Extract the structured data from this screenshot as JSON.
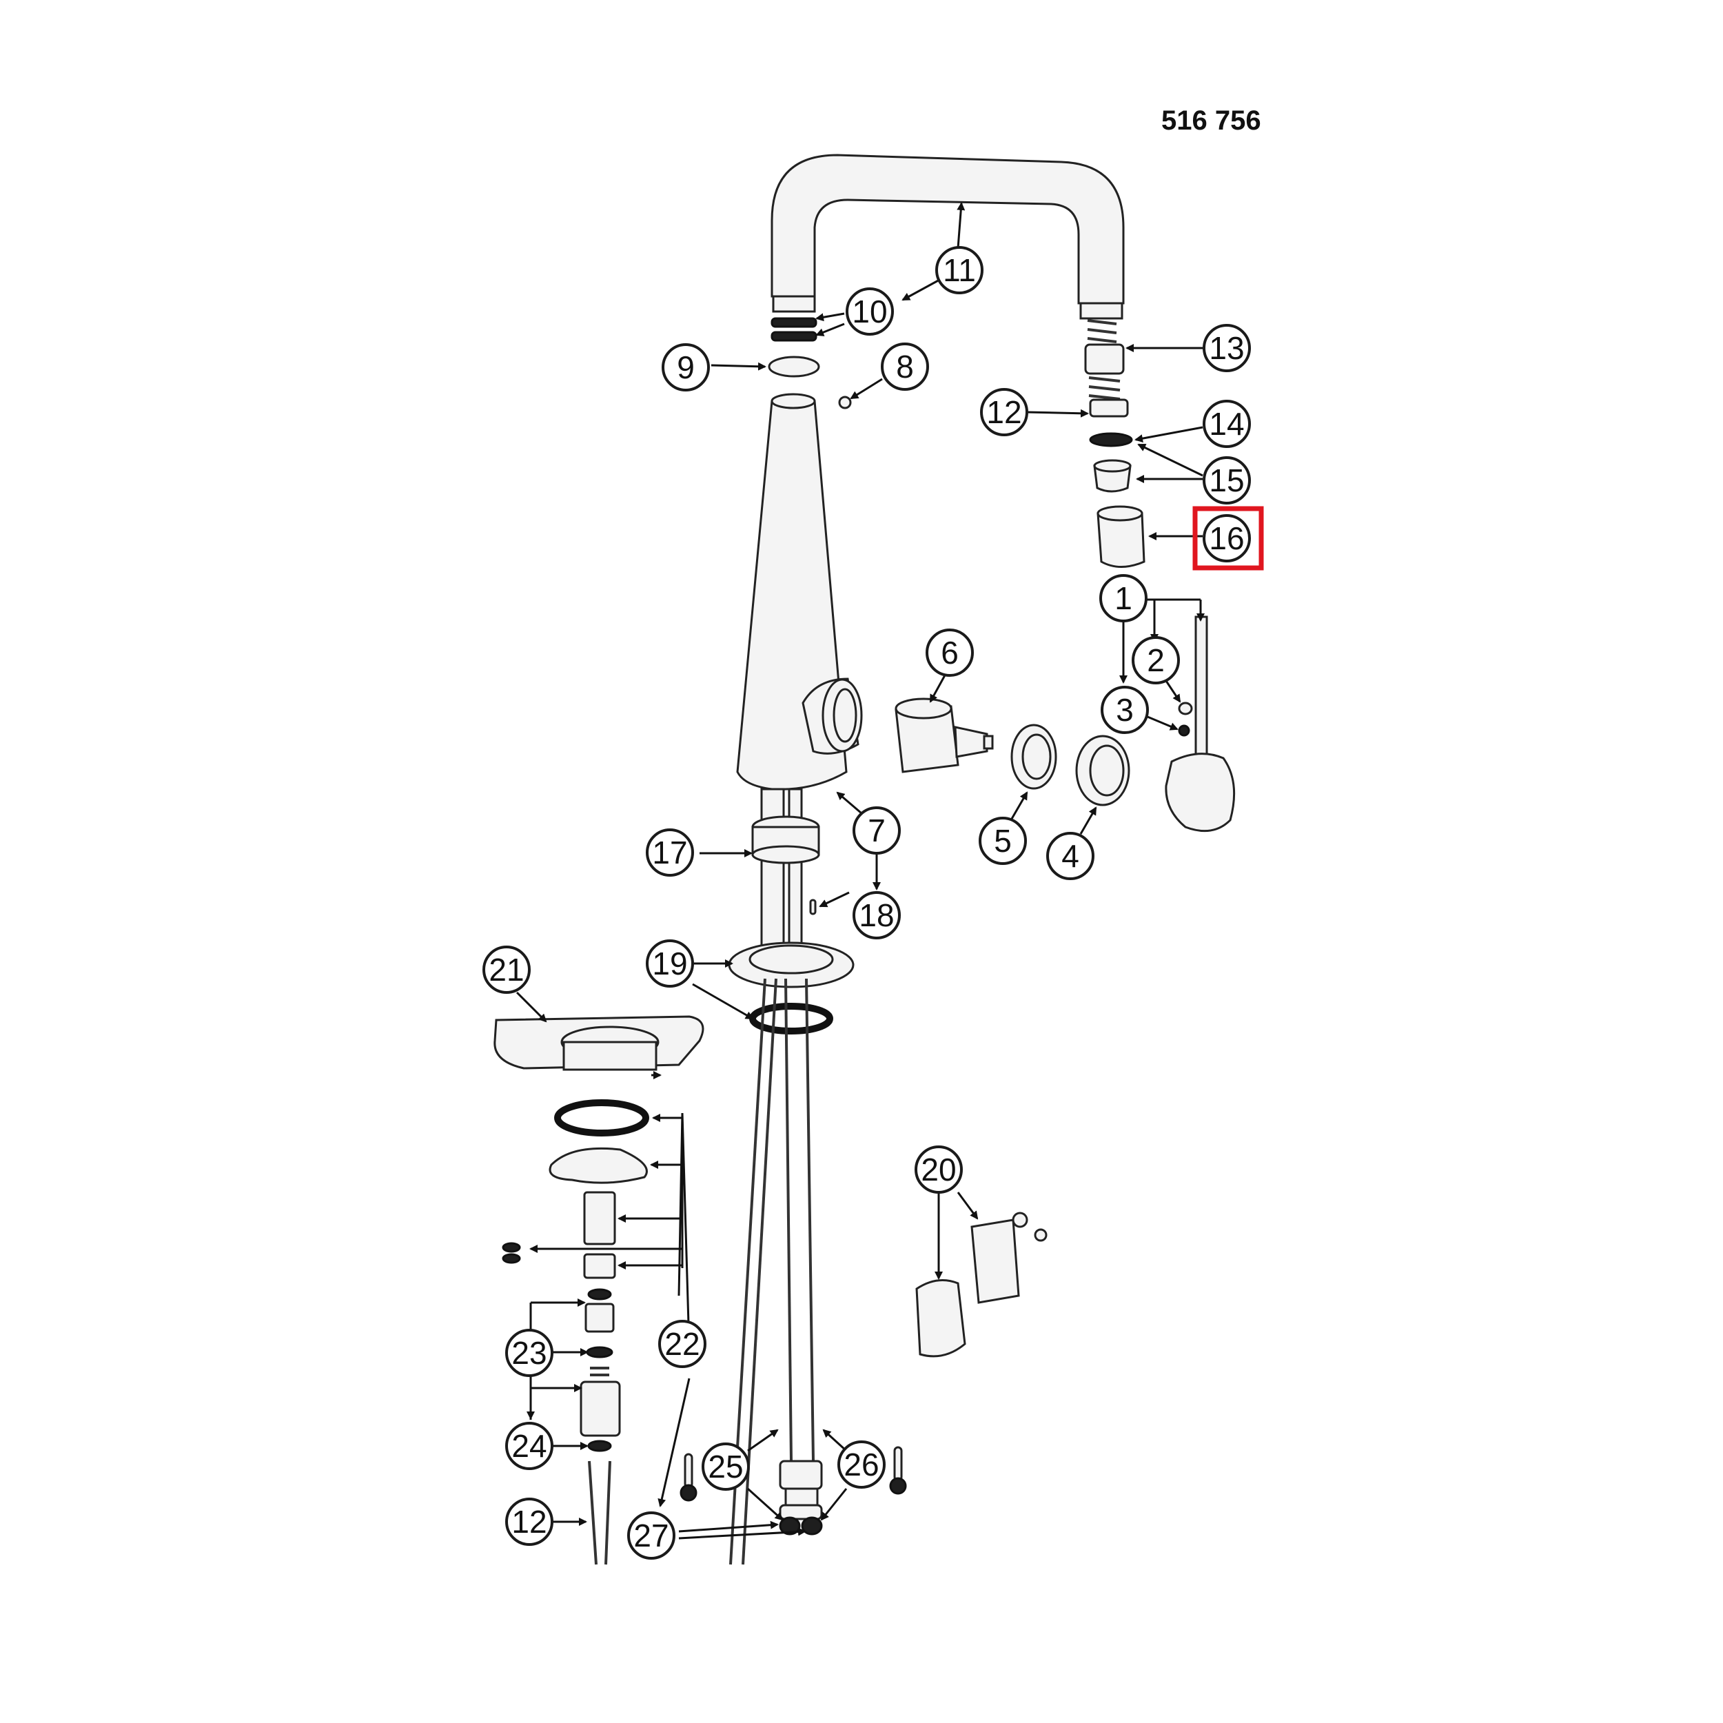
{
  "document_number": "516 756",
  "highlight_color": "#e0161f",
  "highlighted_callout": "16",
  "callouts": [
    "1",
    "2",
    "3",
    "4",
    "5",
    "6",
    "7",
    "8",
    "9",
    "10",
    "11",
    "12",
    "13",
    "14",
    "15",
    "16",
    "17",
    "18",
    "19",
    "20",
    "21",
    "22",
    "23",
    "24",
    "25",
    "26",
    "27"
  ]
}
